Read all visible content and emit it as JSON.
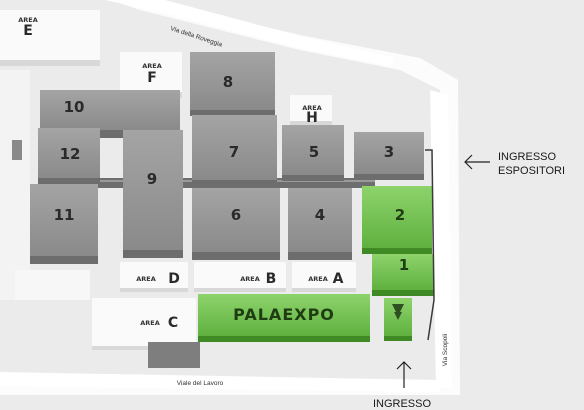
{
  "halls": {
    "h1": "1",
    "h2": "2",
    "h3": "3",
    "h4": "4",
    "h5": "5",
    "h6": "6",
    "h7": "7",
    "h8": "8",
    "h9": "9",
    "h10": "10",
    "h11": "11",
    "h12": "12"
  },
  "palaexpo": "PALAEXPO",
  "areas": {
    "area_word": "AREA",
    "a": "A",
    "b": "B",
    "c": "C",
    "d": "D",
    "e": "E",
    "f": "F",
    "h": "H"
  },
  "roads": {
    "roveggia": "Via della Roveggia",
    "lavoro": "Viale del Lavoro",
    "scopoli": "Via Scopoli"
  },
  "entrances": {
    "exhibitors_line1": "INGRESSO",
    "exhibitors_line2": "ESPOSITORI",
    "main": "INGRESSO"
  },
  "colors": {
    "hall_gray": "#8e8e8e",
    "hall_green": "#6cc04a",
    "area_white": "#fafafa",
    "road": "#ffffff"
  }
}
